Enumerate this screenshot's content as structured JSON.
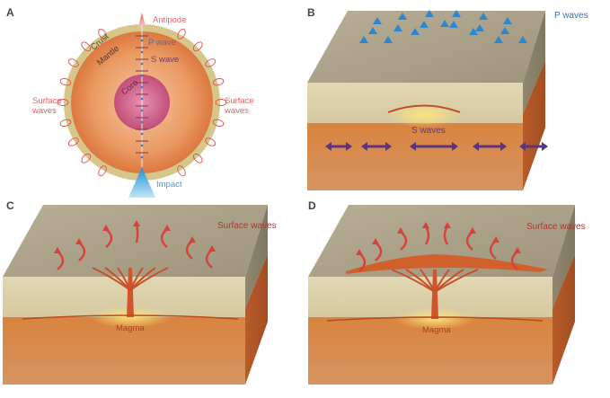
{
  "panels": {
    "a": {
      "letter": "A",
      "labels": {
        "antipode": "Antipode",
        "p_wave": "P wave",
        "s_wave": "S wave",
        "crust": "Crust",
        "mantle": "Mantle",
        "core": "Core",
        "surface_left_1": "Surface",
        "surface_left_2": "waves",
        "surface_right_1": "Surface",
        "surface_right_2": "waves",
        "impact": "Impact"
      }
    },
    "b": {
      "letter": "B",
      "labels": {
        "p_waves": "P waves",
        "s_waves": "S waves"
      }
    },
    "c": {
      "letter": "C",
      "labels": {
        "surface_waves": "Surface waves",
        "magma": "Magma"
      }
    },
    "d": {
      "letter": "D",
      "labels": {
        "surface_waves": "Surface waves",
        "magma": "Magma"
      }
    }
  },
  "colors": {
    "crust": "#d8c98a",
    "mantle": "#e58a4e",
    "core": "#c8507a",
    "p_wave": "#2f7fc4",
    "s_wave": "#6a3d8a",
    "surface_wave": "#d94040",
    "antipode": "#e27070",
    "impact": "#3ba8dc",
    "top_rock": "#a99f86",
    "mid_rock": "#d9cda8",
    "lower_rock": "#d0773d"
  }
}
